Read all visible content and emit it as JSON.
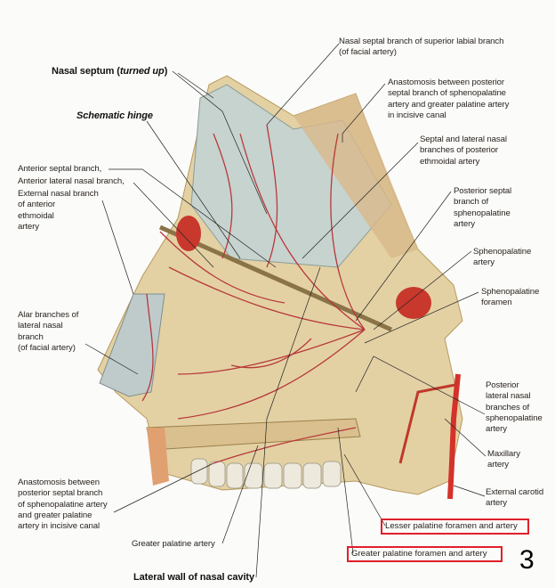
{
  "title": "Lateral wall of nasal cavity",
  "figure_number": "3",
  "labels": {
    "nasal_septum": "Nasal septum (",
    "nasal_septum_italic": "turned up",
    "nasal_septum_end": ")",
    "schematic_hinge": "Schematic hinge",
    "nasal_septal_branch": "Nasal septal branch of superior labial branch\n(of facial artery)",
    "anastomosis_top": "Anastomosis between posterior\nseptal branch of sphenopalatine\nartery and greater palatine artery\nin incisive canal",
    "septal_lateral_nasal": "Septal and lateral nasal\nbranches of posterior\nethmoidal artery",
    "anterior_septal": "Anterior septal branch,",
    "anterior_lateral_nasal": "Anterior lateral nasal branch,",
    "external_nasal": "External nasal branch\nof anterior\nethmoidal\nartery",
    "posterior_septal": "Posterior septal\nbranch of\nsphenopalatine\nartery",
    "sphenopalatine_artery": "Sphenopalatine\nartery",
    "sphenopalatine_foramen": "Sphenopalatine\nforamen",
    "alar_branches": "Alar branches of\nlateral nasal\nbranch\n(of facial artery)",
    "posterior_lateral_nasal": "Posterior\nlateral nasal\nbranches of\nsphenopalatine\nartery",
    "maxillary_artery": "Maxillary\nartery",
    "anastomosis_bottom": "Anastomosis between\nposterior septal branch\nof sphenopalatine artery\nand greater palatine\nartery in incisive canal",
    "external_carotid": "External carotid\nartery",
    "lesser_palatine": "Lesser palatine foramen and artery",
    "greater_palatine_artery": "Greater palatine artery",
    "greater_palatine_foramen": "Greater palatine foramen and artery"
  },
  "colors": {
    "highlight_box": "#e0202a",
    "artery": "#c0392b",
    "bone": "#e6d6ad",
    "mucosa": "#bfcfcf"
  }
}
